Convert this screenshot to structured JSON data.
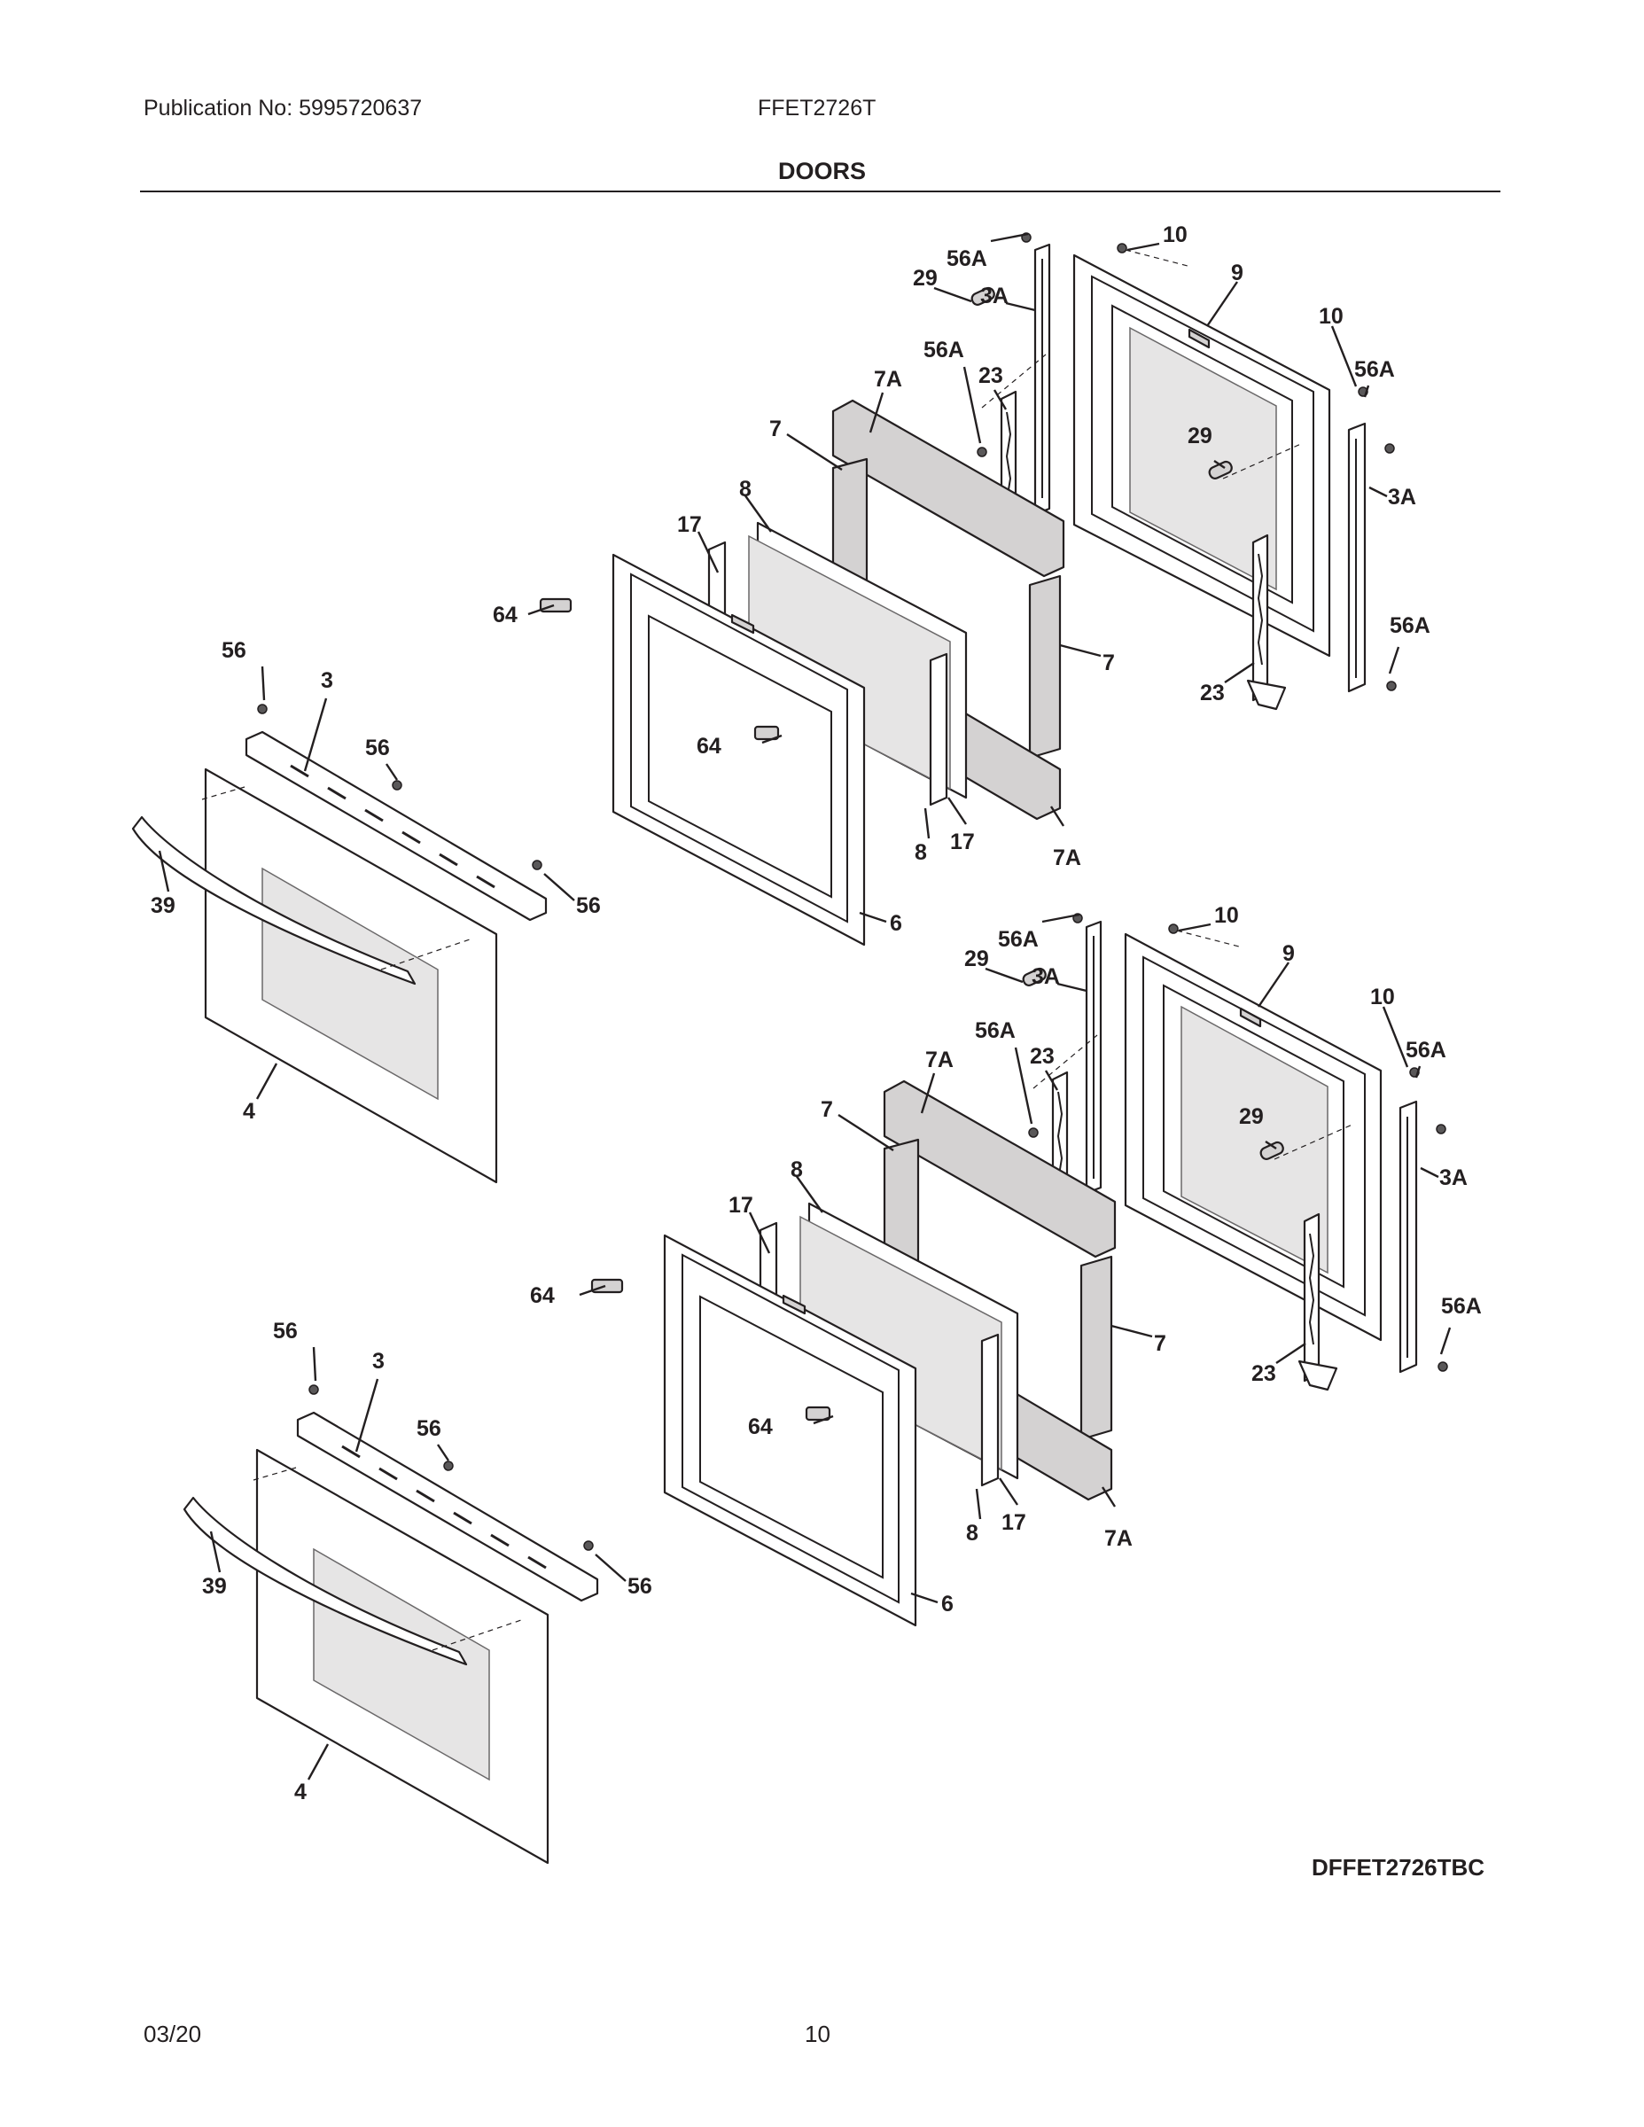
{
  "header": {
    "publication": "Publication No: 5995720637",
    "model": "FFET2726T",
    "section_title": "DOORS"
  },
  "diagram": {
    "code": "DFFET2726TBC",
    "callouts": {
      "c10": "10",
      "c9": "9",
      "c56A": "56A",
      "c29": "29",
      "c3A": "3A",
      "c23": "23",
      "c7A": "7A",
      "c7": "7",
      "c8": "8",
      "c17": "17",
      "c64": "64",
      "c56": "56",
      "c3": "3",
      "c39": "39",
      "c4": "4",
      "c6": "6"
    }
  },
  "footer": {
    "date": "03/20",
    "page": "10"
  }
}
